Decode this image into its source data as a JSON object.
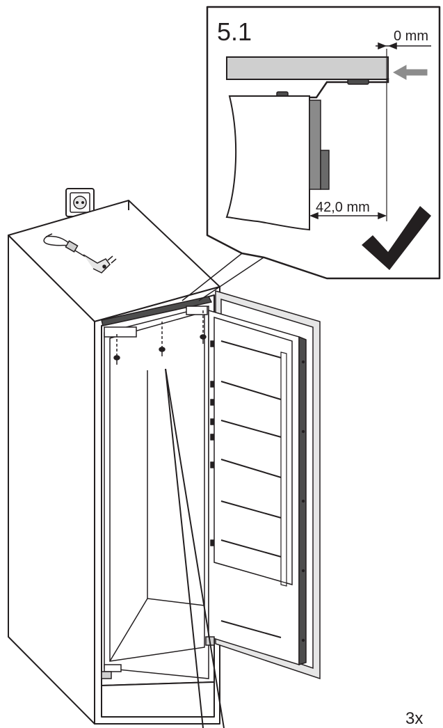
{
  "detail": {
    "step_label": "5.1",
    "gap_label": "0 mm",
    "depth_label": "42,0 mm"
  },
  "footer": {
    "quantity_label": "3x"
  },
  "colors": {
    "line": "#231f20",
    "panel_gray": "#cfcfcf",
    "mid_gray": "#8a8a8a",
    "dark_gray": "#4d4d4d",
    "arrow_gray": "#8c8c8c",
    "check": "#231f20"
  }
}
